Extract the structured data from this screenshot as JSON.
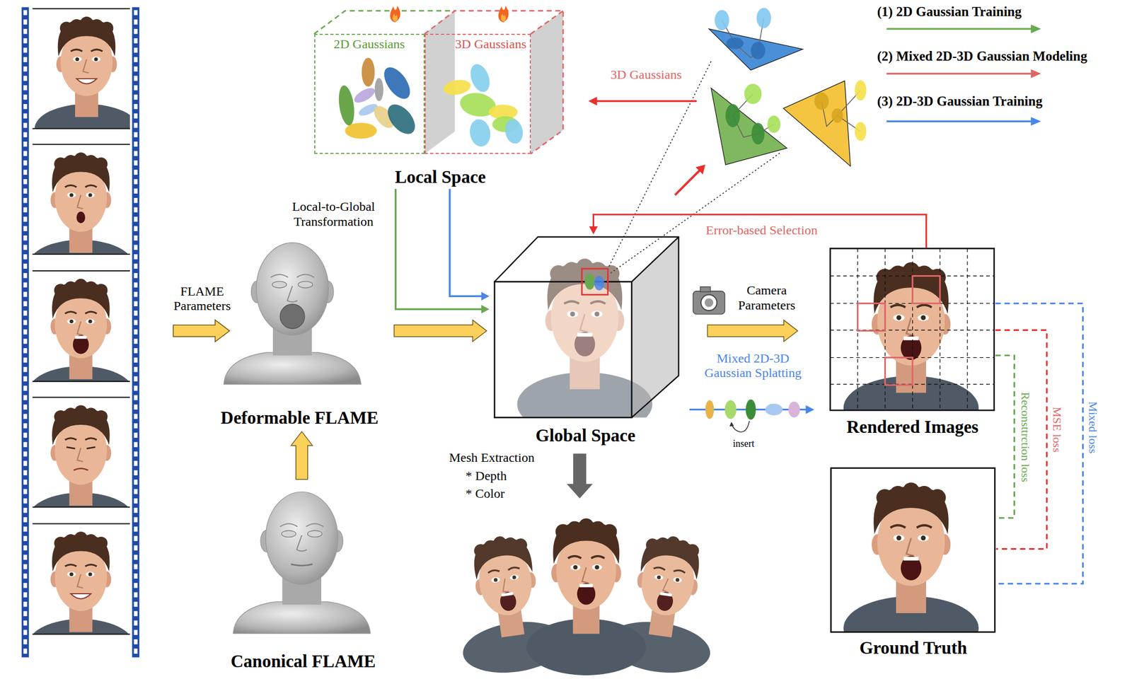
{
  "diagram": {
    "nodes": [
      {
        "text": [
          "Local Space"
        ]
      },
      {
        "text": [
          "2D Gaussians"
        ],
        "in": 0
      },
      {
        "text": [
          "3D Gaussians"
        ],
        "in": 0
      },
      {
        "text": [
          "Deformable FLAME"
        ]
      },
      {
        "text": [
          "Canonical FLAME"
        ]
      },
      {
        "text": [
          "Global Space"
        ]
      },
      {
        "text": [
          "Rendered Images"
        ]
      },
      {
        "text": [
          "Ground Truth"
        ]
      }
    ],
    "edges": [
      {
        "from": 0,
        "to": 5,
        "label": "Local-to-Global Transformation",
        "arrow": "to"
      },
      {
        "from": 0,
        "to": 5,
        "arrow": "to"
      },
      {
        "from": 4,
        "to": 3,
        "arrow": "to"
      },
      {
        "from": 3,
        "to": 5,
        "arrow": "to"
      },
      {
        "from": 5,
        "to": 6,
        "label": "Camera Parameters",
        "arrow": "to"
      },
      {
        "from": 6,
        "to": 5,
        "label": "Error-based Selection",
        "arrow": "to"
      },
      {
        "from": 6,
        "to": 7,
        "label": "Reconsttrction loss",
        "arrow": "none"
      },
      {
        "from": 6,
        "to": 7,
        "label": "MSE loss",
        "arrow": "none"
      },
      {
        "from": 6,
        "to": 7,
        "label": "Mixed loss",
        "arrow": "none"
      }
    ],
    "labels": [
      "3D Gaussians",
      "FLAME Parameters",
      "Mixed 2D-3D Gaussian Splatting",
      "insert",
      "Mesh Extraction",
      "* Depth",
      "* Color"
    ],
    "legend": [
      {
        "text": "(1) 2D Gaussian Training"
      },
      {
        "text": "(2) Mixed 2D-3D Gaussian Modeling"
      },
      {
        "text": "(3) 2D-3D Gaussian Training"
      }
    ]
  }
}
